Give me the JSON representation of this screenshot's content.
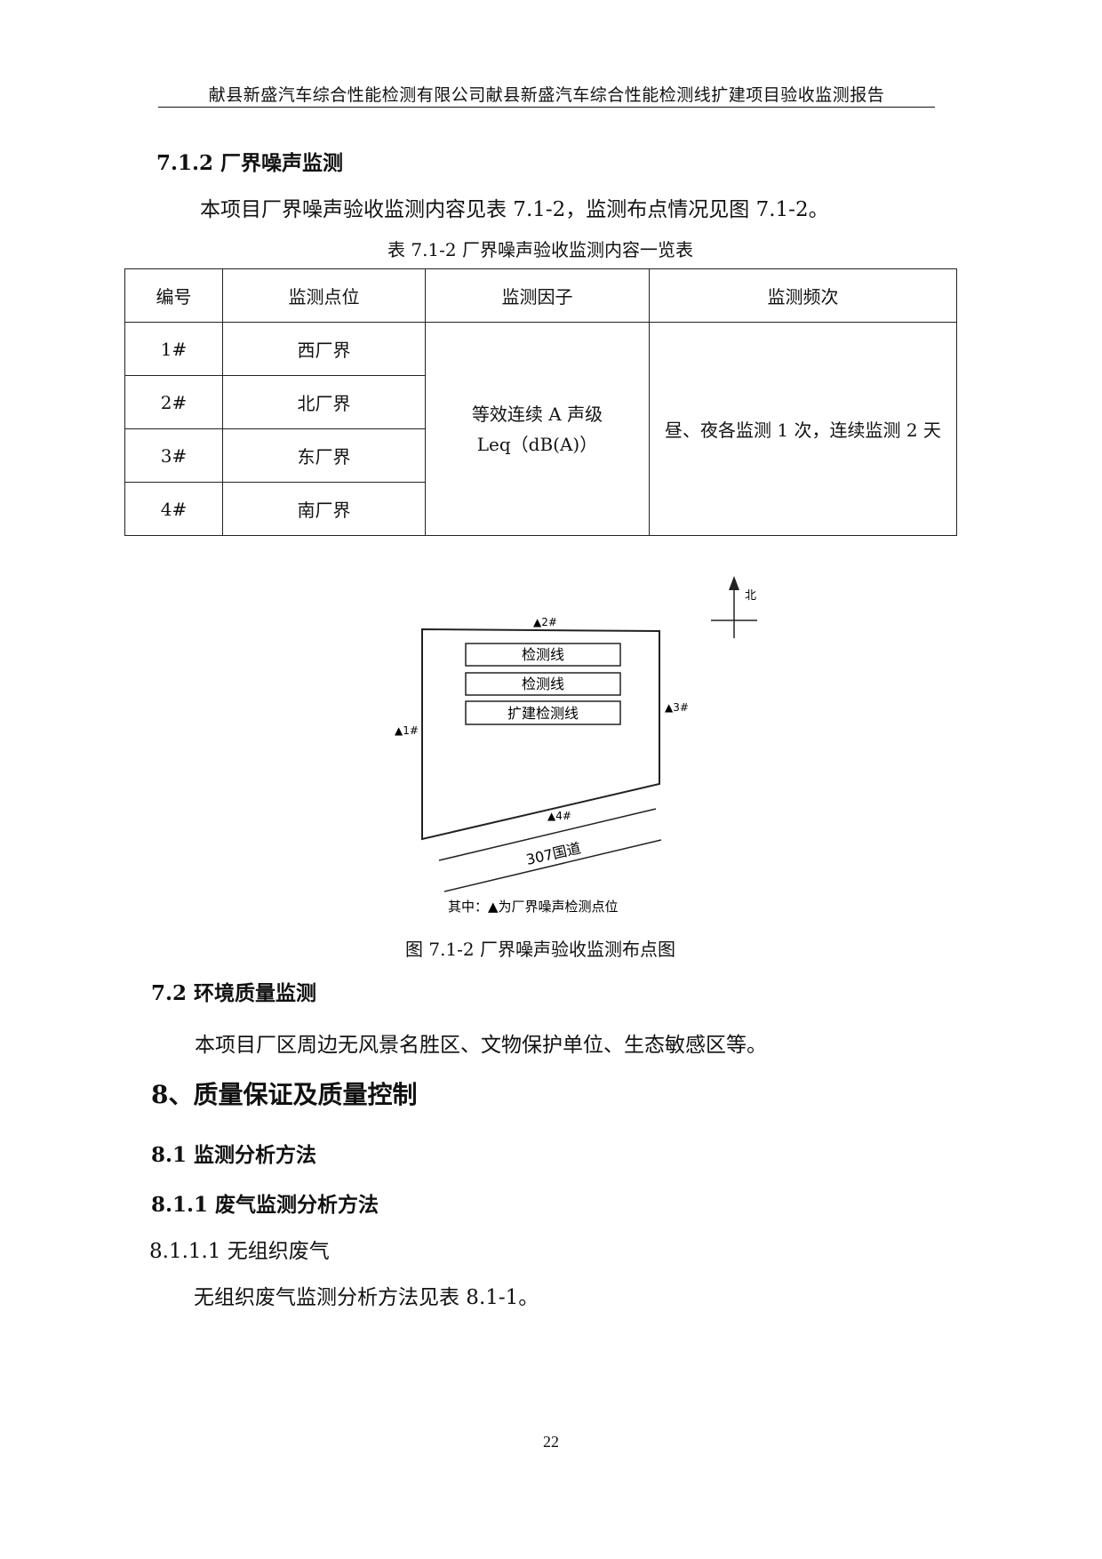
{
  "header": {
    "title": "献县新盛汽车综合性能检测有限公司献县新盛汽车综合性能检测线扩建项目验收监测报告"
  },
  "section_712": {
    "heading": "7.1.2 厂界噪声监测",
    "intro": "本项目厂界噪声验收监测内容见表 7.1-2，监测布点情况见图 7.1-2。"
  },
  "table": {
    "caption": "表 7.1-2  厂界噪声验收监测内容一览表",
    "headers": [
      "编号",
      "监测点位",
      "监测因子",
      "监测频次"
    ],
    "rows": [
      {
        "id": "1#",
        "location": "西厂界"
      },
      {
        "id": "2#",
        "location": "北厂界"
      },
      {
        "id": "3#",
        "location": "东厂界"
      },
      {
        "id": "4#",
        "location": "南厂界"
      }
    ],
    "factor_line1": "等效连续 A 声级",
    "factor_line2": "Leq（dB(A)）",
    "frequency": "昼、夜各监测 1 次，连续监测 2 天"
  },
  "figure": {
    "north_label": "北",
    "point_2": "▲2#",
    "point_1": "▲1#",
    "point_3": "▲3#",
    "point_4": "▲4#",
    "box_1": "检测线",
    "box_2": "检测线",
    "box_3": "扩建检测线",
    "road_label": "307国道",
    "legend": "其中：▲为厂界噪声检测点位",
    "caption": "图 7.1-2  厂界噪声验收监测布点图"
  },
  "section_72": {
    "heading": "7.2 环境质量监测",
    "text": "本项目厂区周边无风景名胜区、文物保护单位、生态敏感区等。"
  },
  "section_8": {
    "heading": "8、质量保证及质量控制"
  },
  "section_81": {
    "heading": "8.1 监测分析方法"
  },
  "section_811": {
    "heading": "8.1.1 废气监测分析方法"
  },
  "section_8111": {
    "heading": "8.1.1.1 无组织废气",
    "text": "无组织废气监测分析方法见表 8.1-1。"
  },
  "page_number": "22"
}
